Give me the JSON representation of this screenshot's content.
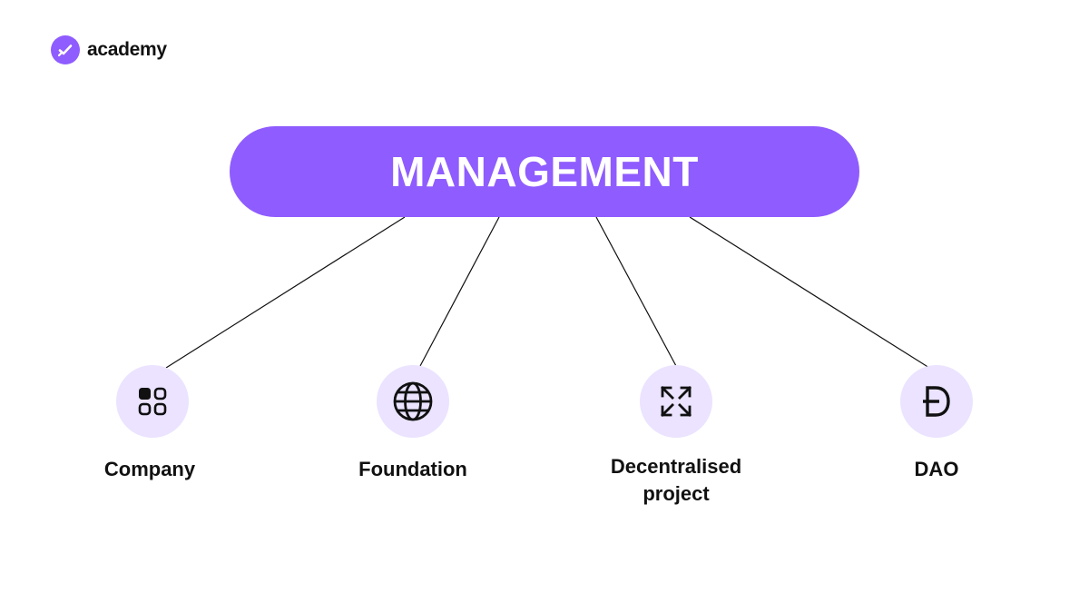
{
  "brand": {
    "name": "academy",
    "logo_icon": "check-icon",
    "accent_color": "#8f5cff"
  },
  "diagram": {
    "root": {
      "label": "MANAGEMENT",
      "color": "#8f5cff"
    },
    "node_icon_bg": "#ebe3ff",
    "children": [
      {
        "label": "Company",
        "icon": "apps-grid-icon"
      },
      {
        "label": "Foundation",
        "icon": "globe-icon"
      },
      {
        "label": "Decentralised\nproject",
        "icon": "expand-arrows-icon"
      },
      {
        "label": "DAO",
        "icon": "dogecoin-icon"
      }
    ]
  }
}
